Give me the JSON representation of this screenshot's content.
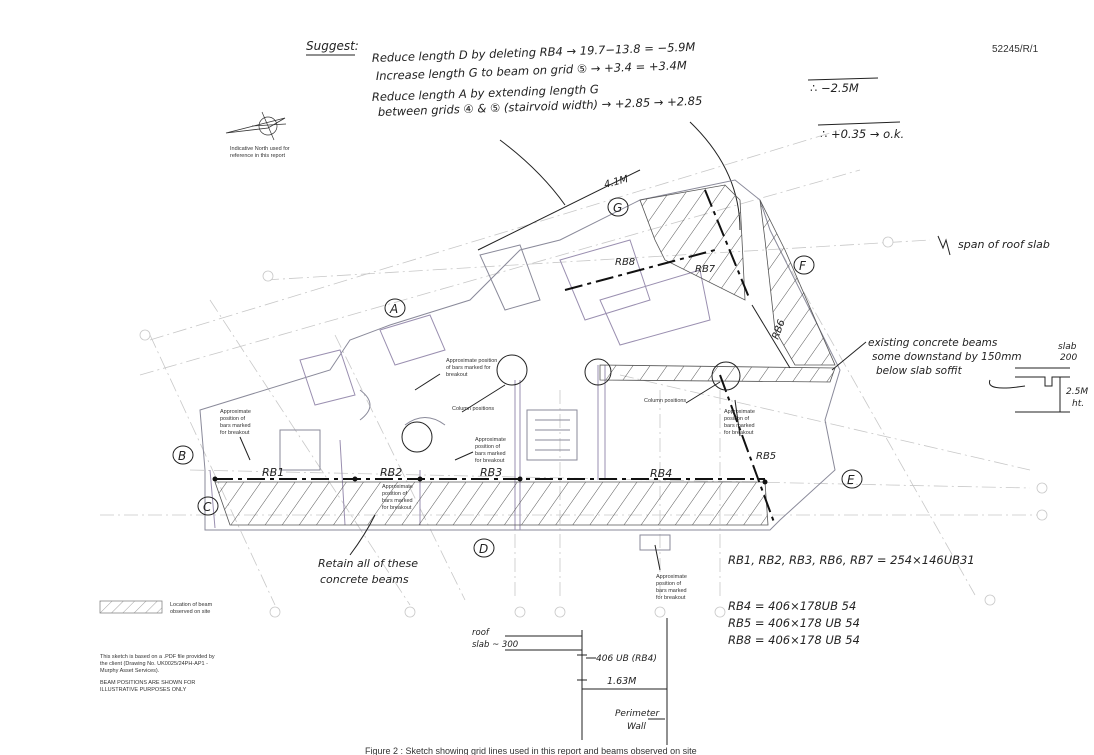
{
  "ref": "52245/R/1",
  "notes": {
    "heading": "Suggest:",
    "lines": [
      "Reduce length D by deleting RB4 → 19.7−13.8 = −5.9M",
      "Increase length G to beam on grid ⑤ → +3.4    = +3.4M",
      "∴ −2.5M",
      "Reduce length A by extending length G",
      "between grids ④ & ⑤ (stairvoid width) → +2.85 → +2.85",
      "∴ +0.35 → o.k."
    ]
  },
  "north": {
    "caption_1": "Indicative North used for",
    "caption_2": "reference in this report",
    "icon": "north-arrow-icon"
  },
  "grid_labels": {
    "A": "A",
    "B": "B",
    "C": "C",
    "D": "D",
    "E": "E",
    "F": "F",
    "G": "G"
  },
  "beams": {
    "rb1": "RB1",
    "rb2": "RB2",
    "rb3": "RB3",
    "rb4": "RB4",
    "rb5": "RB5",
    "rb6": "RB6",
    "rb7": "RB7",
    "rb8": "RB8"
  },
  "dimension_top": "4.1M",
  "annotations": {
    "bars_1": [
      "Approximate",
      "position of",
      "bars marked",
      "for breakout"
    ],
    "bars_2": [
      "Approximate position",
      "of bars marked for",
      "breakout"
    ],
    "bars_3": [
      "Approximate",
      "position of",
      "bars marked",
      "for breakout"
    ],
    "bars_4": [
      "Approximate",
      "position of",
      "bars marked",
      "for breakout"
    ],
    "bars_5": [
      "Approximate",
      "position of",
      "bars marked",
      "for breakout"
    ],
    "bars_6": [
      "Approximate",
      "position of",
      "bars marked",
      "for breakout"
    ],
    "column_1": "Column positions",
    "column_2": "Column positions",
    "retain_1": "Retain all of these",
    "retain_2": "concrete beams"
  },
  "span_note": "span of roof slab",
  "existing_note": [
    "existing concrete beams",
    "some downstand by 150mm",
    "below slab soffit"
  ],
  "slab_detail": {
    "slab": "slab",
    "slab_val": "200",
    "height": "2.5M",
    "ht": "ht."
  },
  "specs": {
    "line1": "RB1, RB2, RB3, RB6, RB7 = 254×146UB31",
    "line2": "RB4 = 406×178UB 54",
    "line3": "RB5 = 406×178 UB 54",
    "line4": "RB8 = 406×178 UB 54"
  },
  "legend": {
    "label_1": "Location of beam",
    "label_2": "observed on site"
  },
  "disclaimer": {
    "line1": "This sketch is based on a .PDF file provided by",
    "line2": "the client (Drawing No. UK0025/24PH-AP1 -",
    "line3": "Murphy Asset Services).",
    "line4": "BEAM POSITIONS ARE SHOWN FOR",
    "line5": "ILLUSTRATIVE PURPOSES ONLY"
  },
  "section": {
    "roof_1": "roof",
    "roof_2": "slab ~ 300",
    "beam": "406 UB (RB4)",
    "dim": "1.63M",
    "wall_1": "Perimeter",
    "wall_2": "Wall"
  },
  "caption": "Figure 2 : Sketch showing grid lines used in this report and beams observed on site"
}
